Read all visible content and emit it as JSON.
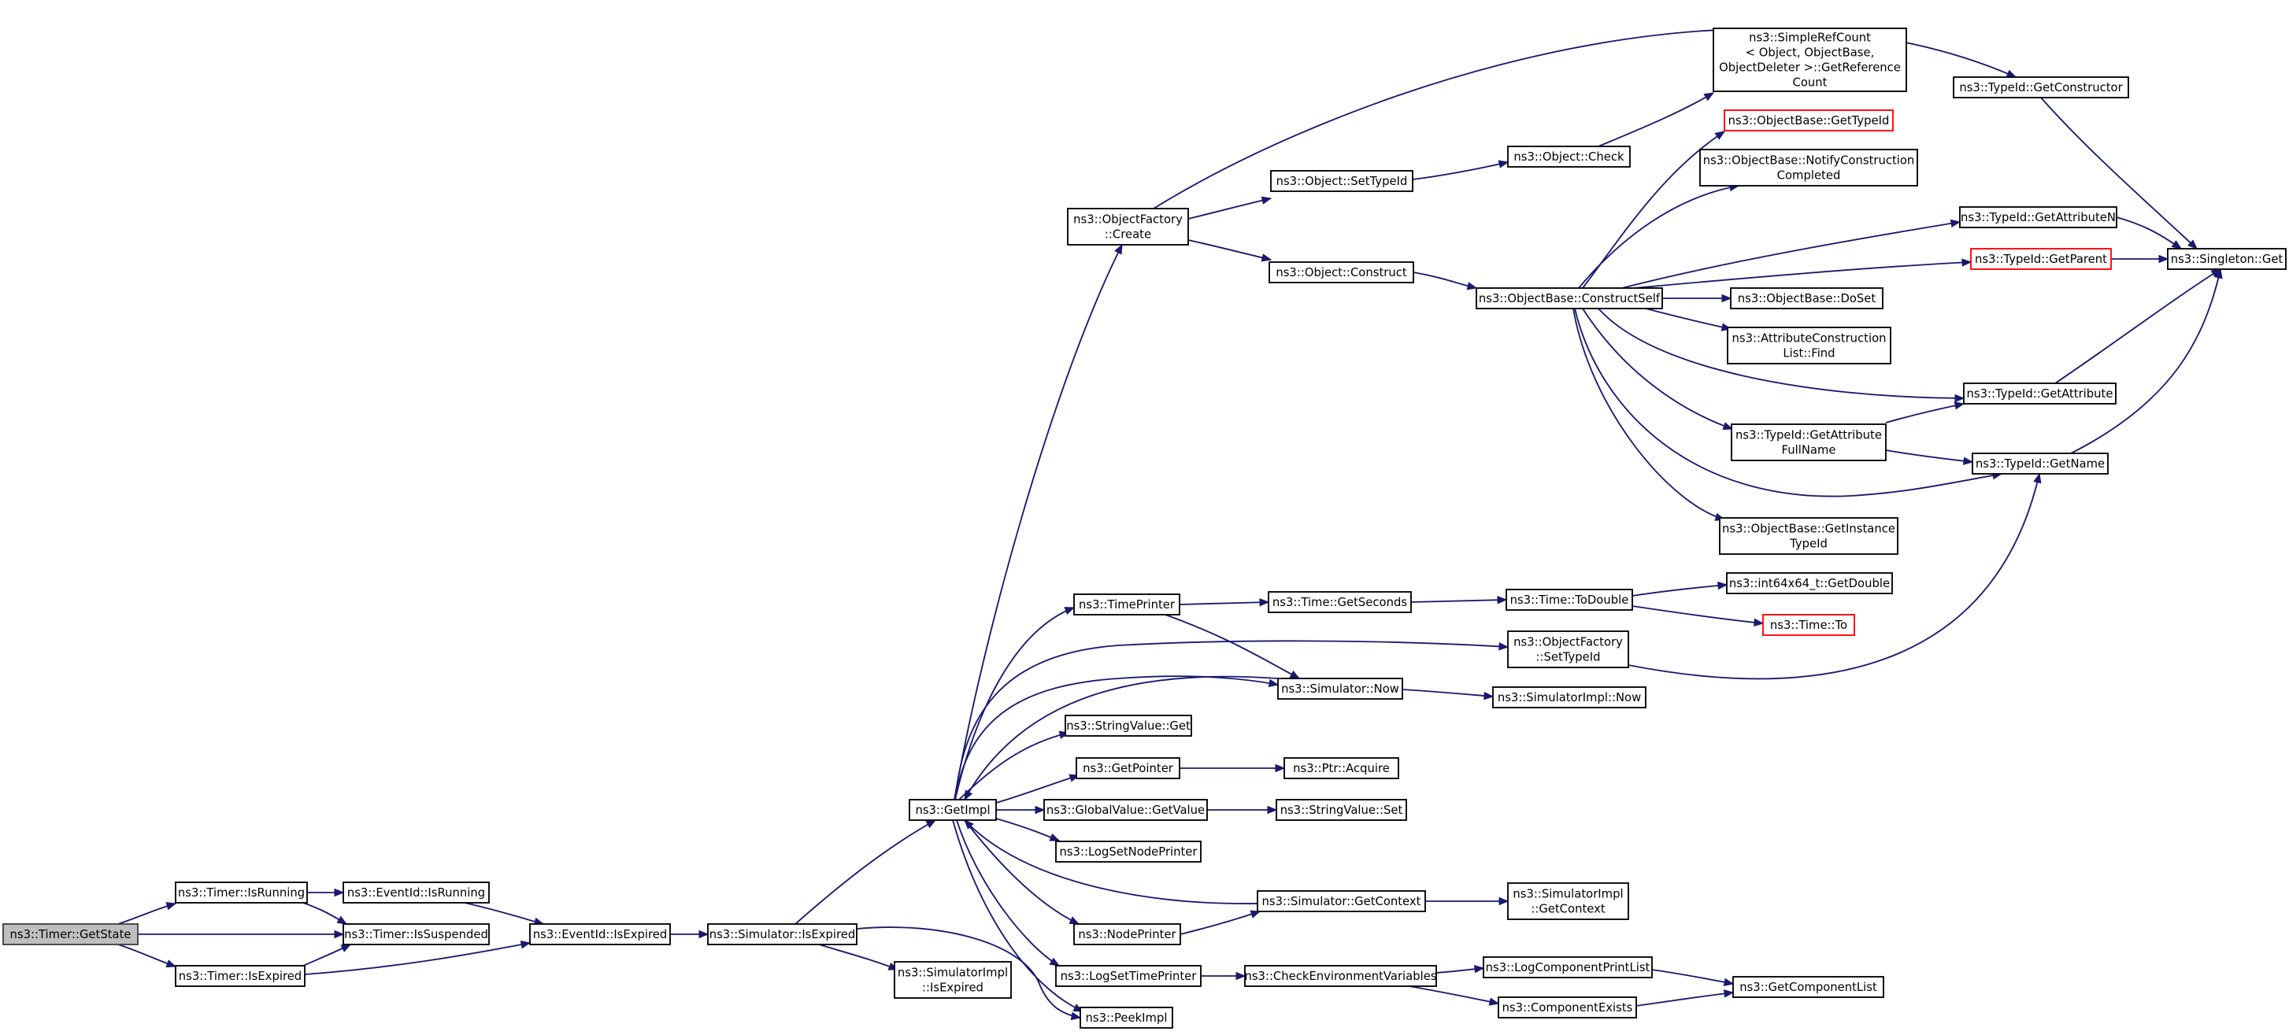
{
  "diagram": {
    "type": "call-graph",
    "colors": {
      "edge": "#191970",
      "root_fill": "#bfbfbf",
      "node_border": "#000000",
      "undocumented_border": "#ff0000"
    },
    "nodes": [
      {
        "id": "getstate",
        "lines": [
          "ns3::Timer::GetState"
        ]
      },
      {
        "id": "isrunning",
        "lines": [
          "ns3::Timer::IsRunning"
        ]
      },
      {
        "id": "issuspended",
        "lines": [
          "ns3::Timer::IsSuspended"
        ]
      },
      {
        "id": "isexpired",
        "lines": [
          "ns3::Timer::IsExpired"
        ]
      },
      {
        "id": "eventidisrunning",
        "lines": [
          "ns3::EventId::IsRunning"
        ]
      },
      {
        "id": "eventidisexpired",
        "lines": [
          "ns3::EventId::IsExpired"
        ]
      },
      {
        "id": "simisexpired",
        "lines": [
          "ns3::Simulator::IsExpired"
        ]
      },
      {
        "id": "getimpl",
        "lines": [
          "ns3::GetImpl"
        ]
      },
      {
        "id": "simimplisexpired",
        "lines": [
          "ns3::SimulatorImpl",
          "::IsExpired"
        ]
      },
      {
        "id": "peekimpl",
        "lines": [
          "ns3::PeekImpl"
        ]
      },
      {
        "id": "objfactorycreate",
        "lines": [
          "ns3::ObjectFactory",
          "::Create"
        ]
      },
      {
        "id": "timeprinter",
        "lines": [
          "ns3::TimePrinter"
        ]
      },
      {
        "id": "stringvalueget",
        "lines": [
          "ns3::StringValue::Get"
        ]
      },
      {
        "id": "getpointer",
        "lines": [
          "ns3::GetPointer"
        ]
      },
      {
        "id": "globalvaluegetvalue",
        "lines": [
          "ns3::GlobalValue::GetValue"
        ]
      },
      {
        "id": "logsetnodeprinter",
        "lines": [
          "ns3::LogSetNodePrinter"
        ]
      },
      {
        "id": "nodeprinter",
        "lines": [
          "ns3::NodePrinter"
        ]
      },
      {
        "id": "logsettimeprinter",
        "lines": [
          "ns3::LogSetTimePrinter"
        ]
      },
      {
        "id": "objsettypeid",
        "lines": [
          "ns3::Object::SetTypeId"
        ]
      },
      {
        "id": "objconstruct",
        "lines": [
          "ns3::Object::Construct"
        ]
      },
      {
        "id": "objcheck",
        "lines": [
          "ns3::Object::Check"
        ]
      },
      {
        "id": "simplerefcount",
        "lines": [
          "ns3::SimpleRefCount",
          "< Object, ObjectBase,",
          "ObjectDeleter >::GetReference",
          "Count"
        ]
      },
      {
        "id": "objbasegettypeid",
        "lines": [
          "ns3::ObjectBase::GetTypeId"
        ],
        "red": true
      },
      {
        "id": "objbasenotify",
        "lines": [
          "ns3::ObjectBase::NotifyConstruction",
          "Completed"
        ]
      },
      {
        "id": "objbaseconstructself",
        "lines": [
          "ns3::ObjectBase::ConstructSelf"
        ]
      },
      {
        "id": "objbasedoset",
        "lines": [
          "ns3::ObjectBase::DoSet"
        ]
      },
      {
        "id": "attrconstrfind",
        "lines": [
          "ns3::AttributeConstruction",
          "List::Find"
        ]
      },
      {
        "id": "typeidgetattrfullname",
        "lines": [
          "ns3::TypeId::GetAttribute",
          "FullName"
        ]
      },
      {
        "id": "objbasegetinstance",
        "lines": [
          "ns3::ObjectBase::GetInstance",
          "TypeId"
        ]
      },
      {
        "id": "typeidgetconstructor",
        "lines": [
          "ns3::TypeId::GetConstructor"
        ]
      },
      {
        "id": "typeidgetattrn",
        "lines": [
          "ns3::TypeId::GetAttributeN"
        ]
      },
      {
        "id": "typeidgetparent",
        "lines": [
          "ns3::TypeId::GetParent"
        ],
        "red": true
      },
      {
        "id": "typeidgetattribute",
        "lines": [
          "ns3::TypeId::GetAttribute"
        ]
      },
      {
        "id": "typeidgetname",
        "lines": [
          "ns3::TypeId::GetName"
        ]
      },
      {
        "id": "singletonget",
        "lines": [
          "ns3::Singleton::Get"
        ]
      },
      {
        "id": "timegetseconds",
        "lines": [
          "ns3::Time::GetSeconds"
        ]
      },
      {
        "id": "timetodouble",
        "lines": [
          "ns3::Time::ToDouble"
        ]
      },
      {
        "id": "int64getdouble",
        "lines": [
          "ns3::int64x64_t::GetDouble"
        ]
      },
      {
        "id": "timeto",
        "lines": [
          "ns3::Time::To"
        ],
        "red": true
      },
      {
        "id": "objfactorysettypeid",
        "lines": [
          "ns3::ObjectFactory",
          "::SetTypeId"
        ]
      },
      {
        "id": "simnow",
        "lines": [
          "ns3::Simulator::Now"
        ]
      },
      {
        "id": "simimplnow",
        "lines": [
          "ns3::SimulatorImpl::Now"
        ]
      },
      {
        "id": "ptracquire",
        "lines": [
          "ns3::Ptr::Acquire"
        ]
      },
      {
        "id": "stringvalueset",
        "lines": [
          "ns3::StringValue::Set"
        ]
      },
      {
        "id": "simgetcontext",
        "lines": [
          "ns3::Simulator::GetContext"
        ]
      },
      {
        "id": "simimplgetcontext",
        "lines": [
          "ns3::SimulatorImpl",
          "::GetContext"
        ]
      },
      {
        "id": "checkenvvars",
        "lines": [
          "ns3::CheckEnvironmentVariables"
        ]
      },
      {
        "id": "logcomponentprintlist",
        "lines": [
          "ns3::LogComponentPrintList"
        ]
      },
      {
        "id": "componentexists",
        "lines": [
          "ns3::ComponentExists"
        ]
      },
      {
        "id": "getcomponentlist",
        "lines": [
          "ns3::GetComponentList"
        ]
      }
    ]
  }
}
